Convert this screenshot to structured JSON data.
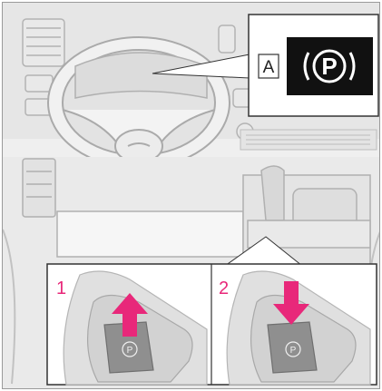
{
  "callout_a": {
    "label": "A",
    "indicator_symbol": "P",
    "indicator_bg": "#111111",
    "indicator_fg": "#ffffff"
  },
  "steps": [
    {
      "number": "1",
      "arrow_direction": "up",
      "switch_symbol": "P"
    },
    {
      "number": "2",
      "arrow_direction": "down",
      "switch_symbol": "P"
    }
  ],
  "colors": {
    "step_number": "#e8287a",
    "arrow": "#e8287a",
    "line_art": "#b0b0b0"
  }
}
